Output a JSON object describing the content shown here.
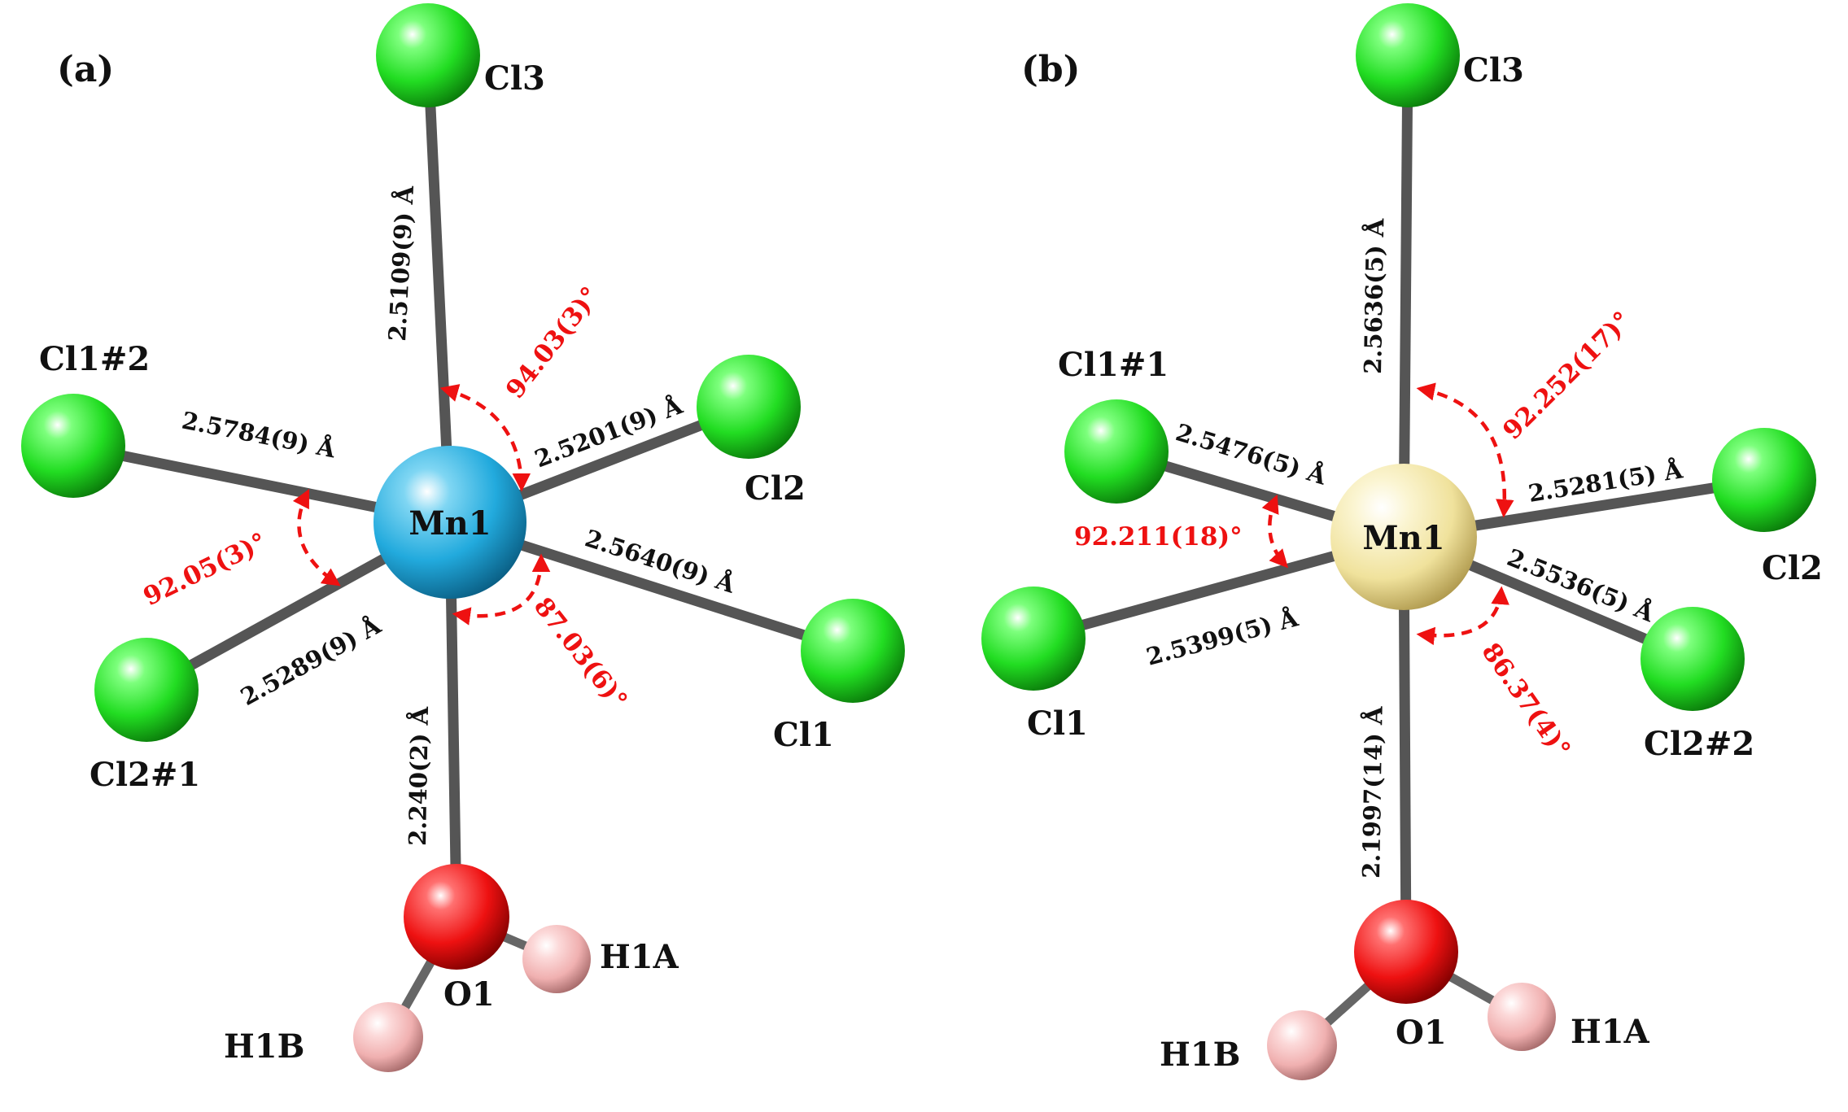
{
  "colors": {
    "chlorine": "#22dd22",
    "manganese_a": "#22aadd",
    "manganese_b": "#f3e8a6",
    "oxygen": "#ee1111",
    "hydrogen": "#f4b9b9",
    "bond": "#555555",
    "angle": "#ee1111"
  },
  "panels": [
    {
      "label": "(a)",
      "center_atom": "Mn1",
      "center_color": "manganese_a",
      "atoms": {
        "cl3": "Cl3",
        "cl1_2": "Cl1#2",
        "cl2": "Cl2",
        "cl2_1": "Cl2#1",
        "cl1": "Cl1",
        "o1": "O1",
        "h1a": "H1A",
        "h1b": "H1B"
      },
      "bond_lengths": {
        "mn_cl3": "2.5109(9) Å",
        "mn_cl1_2": "2.5784(9) Å",
        "mn_cl2": "2.5201(9) Å",
        "mn_cl1": "2.5640(9) Å",
        "mn_cl2_1": "2.5289(9) Å",
        "mn_o1": "2.240(2) Å"
      },
      "angles": {
        "top": "94.03(3)°",
        "left": "92.05(3)°",
        "bottom": "87.03(6)°"
      }
    },
    {
      "label": "(b)",
      "center_atom": "Mn1",
      "center_color": "manganese_b",
      "atoms": {
        "cl3": "Cl3",
        "cl1_1": "Cl1#1",
        "cl2": "Cl2",
        "cl1": "Cl1",
        "cl2_2": "Cl2#2",
        "o1": "O1",
        "h1a": "H1A",
        "h1b": "H1B"
      },
      "bond_lengths": {
        "mn_cl3": "2.5636(5) Å",
        "mn_cl1_1": "2.5476(5) Å",
        "mn_cl2": "2.5281(5) Å",
        "mn_cl1": "2.5399(5) Å",
        "mn_cl2_2": "2.5536(5) Å",
        "mn_o1": "2.1997(14) Å"
      },
      "angles": {
        "top": "92.252(17)°",
        "left": "92.211(18)°",
        "bottom": "86.37(4)°"
      }
    }
  ]
}
